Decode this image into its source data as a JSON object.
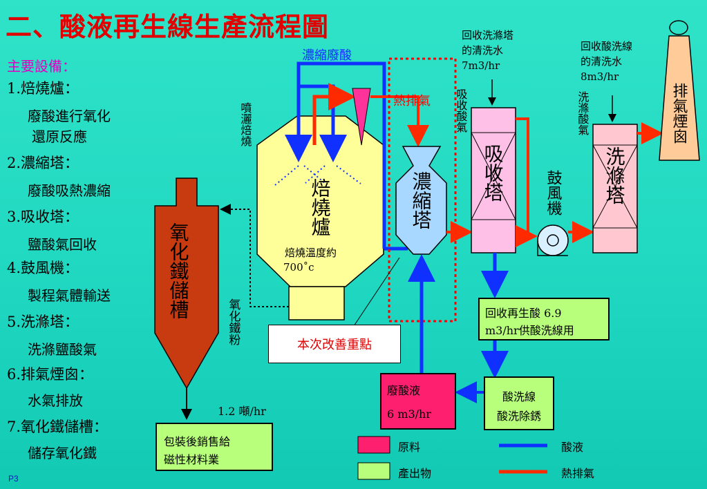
{
  "title": "二、酸液再生線生產流程圖",
  "equipment": {
    "heading": "主要設備：",
    "items": [
      {
        "name": "1.焙燒爐：",
        "desc": [
          "廢酸進行氧化",
          "還原反應"
        ]
      },
      {
        "name": "2.濃縮塔：",
        "desc": [
          "廢酸吸熱濃縮"
        ]
      },
      {
        "name": "3.吸收塔：",
        "desc": [
          "鹽酸氣回收"
        ]
      },
      {
        "name": "4.鼓風機：",
        "desc": [
          "製程氣體輸送"
        ]
      },
      {
        "name": "5.洗滌塔：",
        "desc": [
          "洗滌鹽酸氣"
        ]
      },
      {
        "name": "6.排氣煙囪：",
        "desc": [
          "水氣排放"
        ]
      },
      {
        "name": "7.氧化鐵儲槽：",
        "desc": [
          "儲存氧化鐵"
        ]
      }
    ]
  },
  "diagram": {
    "iron_oxide_tank": "氧化鐵儲槽",
    "roaster": "焙燒爐",
    "roaster_temp": "焙燒溫度約",
    "roaster_temp_value": "700˚c",
    "spray_roast": "噴灑焙燒",
    "iron_oxide_powder": "氧化鐵粉",
    "concentrated_waste_acid": "濃縮廢酸",
    "hot_exhaust": "熱排氣",
    "concentrator": "濃縮塔",
    "absorber": "吸收塔",
    "absorb_acid_gas": "吸收酸氣",
    "absorber_water": [
      "回收洗滌塔",
      "的清洗水",
      "7m3/hr"
    ],
    "scrubber_water": [
      "回收酸洗線",
      "的清洗水",
      "8m3/hr"
    ],
    "scrub_acid_gas": "洗滌酸氣",
    "blower": "鼓風機",
    "scrubber": "洗滌塔",
    "stack": "排氣煙囪",
    "improvement": "本次改善重點",
    "recovered_acid": [
      "回收再生酸 6.9",
      "m3/hr供酸洗線用"
    ],
    "pickling_line": [
      "酸洗線",
      "酸洗除銹"
    ],
    "waste_acid": [
      "廢酸液",
      "6 m3/hr"
    ],
    "iron_rate": "1.2 噸/hr",
    "packaged_sales": [
      "包裝後銷售給",
      "磁性材料業"
    ]
  },
  "legend": {
    "raw": "原料",
    "product": "產出物",
    "acid": "酸液",
    "hot_gas": "熱排氣"
  },
  "colors": {
    "acid_line": "#1030ff",
    "hot_line": "#ff2a00",
    "raw_fill": "#ff1f6f",
    "product_fill": "#b8ff7c",
    "roaster_fill": "#ffff99",
    "tank_fill": "#c83a10"
  },
  "page_number": "P3"
}
